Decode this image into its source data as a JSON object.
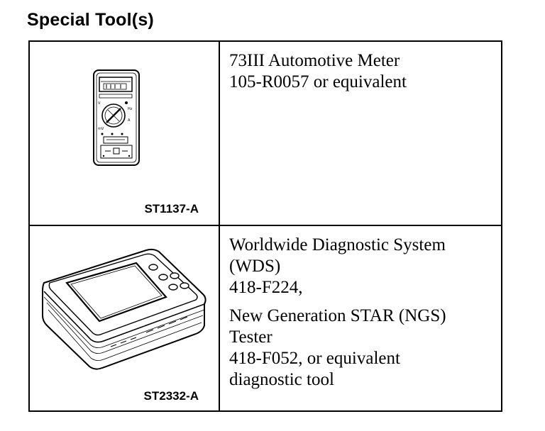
{
  "heading": "Special Tool(s)",
  "tools": [
    {
      "icon": "multimeter-illustration",
      "code": "ST1137-A",
      "lines": [
        "73III Automotive Meter",
        "105-R0057 or equivalent"
      ]
    },
    {
      "icon": "diagnostic-tablet-illustration",
      "code": "ST2332-A",
      "lines_a": [
        "Worldwide Diagnostic System",
        "(WDS)",
        "418-F224,"
      ],
      "lines_b": [
        "New Generation STAR (NGS)",
        "Tester",
        "418-F052, or equivalent",
        "diagnostic tool"
      ]
    }
  ]
}
